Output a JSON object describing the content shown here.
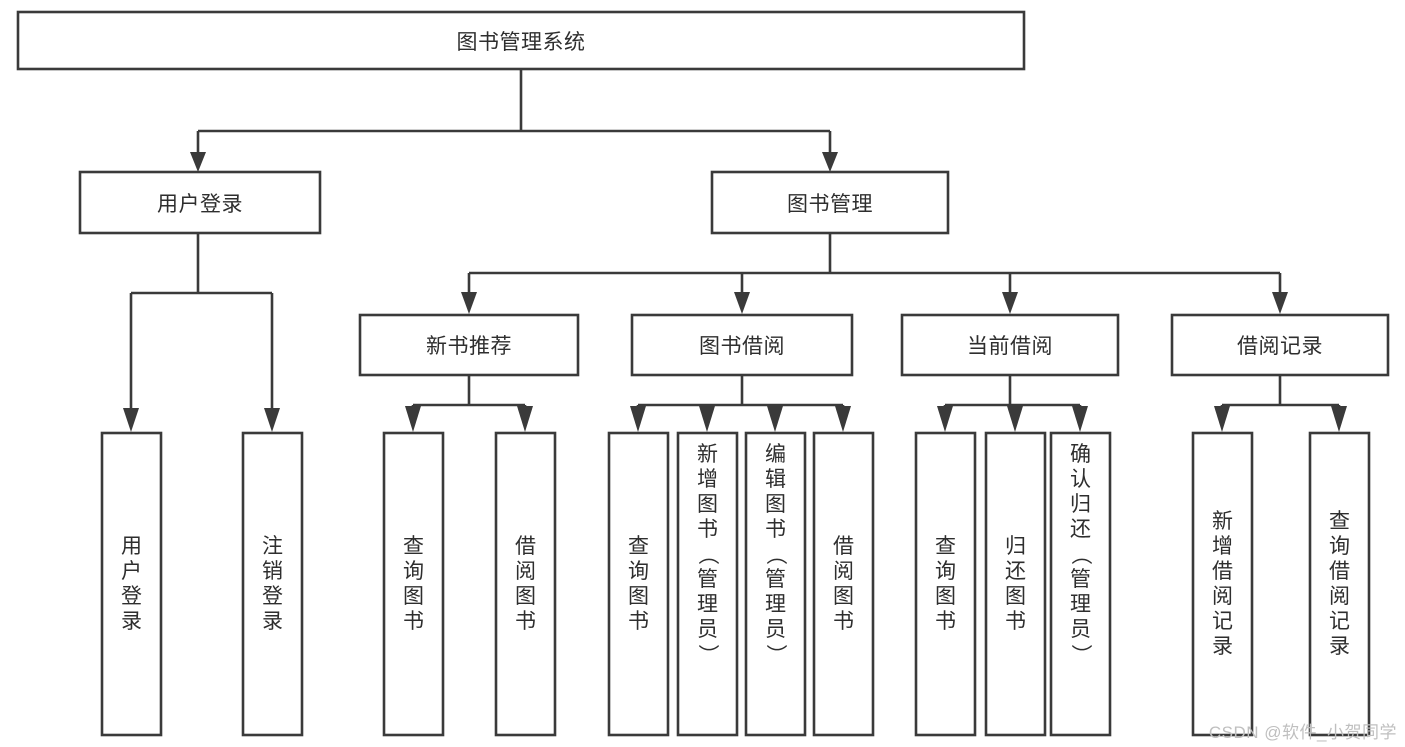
{
  "diagram": {
    "type": "tree-hierarchy",
    "title": "图书管理系统",
    "root": {
      "label": "图书管理系统",
      "orientation": "horizontal"
    },
    "level2": [
      {
        "label": "用户登录",
        "orientation": "horizontal"
      },
      {
        "label": "图书管理",
        "orientation": "horizontal"
      }
    ],
    "level3": [
      {
        "label": "新书推荐",
        "orientation": "horizontal"
      },
      {
        "label": "图书借阅",
        "orientation": "horizontal"
      },
      {
        "label": "当前借阅",
        "orientation": "horizontal"
      },
      {
        "label": "借阅记录",
        "orientation": "horizontal"
      }
    ],
    "leaves": {
      "user_login": [
        {
          "label": "用户登录",
          "chars": [
            "用",
            "户",
            "登",
            "录"
          ]
        },
        {
          "label": "注销登录",
          "chars": [
            "注",
            "销",
            "登",
            "录"
          ]
        }
      ],
      "new_book_recommend": [
        {
          "label": "查询图书",
          "chars": [
            "查",
            "询",
            "图",
            "书"
          ]
        },
        {
          "label": "借阅图书",
          "chars": [
            "借",
            "阅",
            "图",
            "书"
          ]
        }
      ],
      "book_borrow": [
        {
          "label": "查询图书",
          "chars": [
            "查",
            "询",
            "图",
            "书"
          ]
        },
        {
          "label": "新增图书（管理员）",
          "chars": [
            "新",
            "增",
            "图",
            "书",
            "（",
            "管",
            "理",
            "员",
            "）"
          ]
        },
        {
          "label": "编辑图书（管理员）",
          "chars": [
            "编",
            "辑",
            "图",
            "书",
            "（",
            "管",
            "理",
            "员",
            "）"
          ]
        },
        {
          "label": "借阅图书",
          "chars": [
            "借",
            "阅",
            "图",
            "书"
          ]
        }
      ],
      "current_borrow": [
        {
          "label": "查询图书",
          "chars": [
            "查",
            "询",
            "图",
            "书"
          ]
        },
        {
          "label": "归还图书",
          "chars": [
            "归",
            "还",
            "图",
            "书"
          ]
        },
        {
          "label": "确认归还（管理员）",
          "chars": [
            "确",
            "认",
            "归",
            "还",
            "（",
            "管",
            "理",
            "员",
            "）"
          ]
        }
      ],
      "borrow_record": [
        {
          "label": "新增借阅记录",
          "chars": [
            "新",
            "增",
            "借",
            "阅",
            "记",
            "录"
          ]
        },
        {
          "label": "查询借阅记录",
          "chars": [
            "查",
            "询",
            "借",
            "阅",
            "记",
            "录"
          ]
        }
      ]
    }
  },
  "watermark": {
    "text": "CSDN @软件_小贺同学"
  },
  "colors": {
    "box_stroke": "#3a3a3a",
    "box_fill": "#ffffff",
    "text": "#2e2e2e",
    "connector": "#3a3a3a",
    "watermark": "#bfbfbf",
    "background": "#ffffff"
  }
}
